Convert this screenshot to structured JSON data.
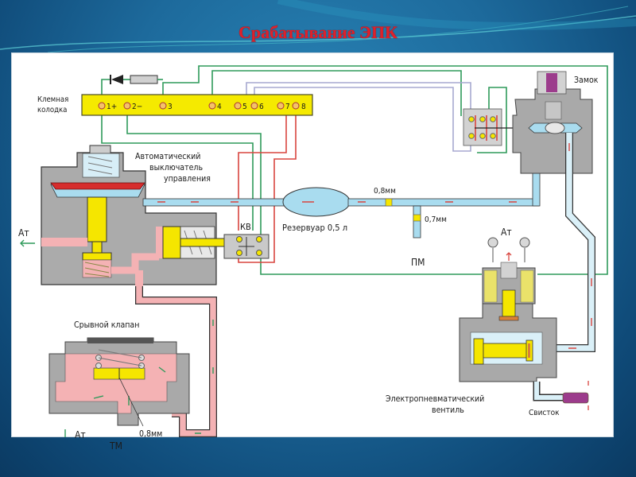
{
  "slide": {
    "title": "Срабатывание ЭПК"
  },
  "diagram": {
    "terminal_block": {
      "label_line1": "Клемная",
      "label_line2": "колодка",
      "terminals": [
        "1+",
        "2−",
        "3",
        "4",
        "5",
        "6",
        "7",
        "8"
      ]
    },
    "auto_switch": {
      "label_line1": "Автоматический",
      "label_line2": "выключатель",
      "label_line3": "управления"
    },
    "kv_label": "КВ",
    "reservoir_label": "Резервуар 0,5 л",
    "orifice_1": "0,8мм",
    "orifice_2": "0,7мм",
    "pm_label": "ПМ",
    "lock_label": "Замок",
    "atm_left": "Ат",
    "atm_valve": "Ат",
    "break_valve": {
      "label": "Срывной клапан",
      "atm": "Ат",
      "tm": "ТМ",
      "orifice": "0,8мм"
    },
    "ep_valve": {
      "label_line1": "Электропневматический",
      "label_line2": "вентиль"
    },
    "whistle_label": "Свисток",
    "colors": {
      "title": "#e0202a",
      "wire_green": "#2e9a5a",
      "wire_red": "#d9453f",
      "wire_lilac": "#a7a9d0",
      "air_blue": "#a9dcef",
      "air_pink": "#f4b2b4",
      "body_grey": "#a9a9a9",
      "brass_yellow": "#f5e600",
      "lock_purple": "#9c3c8c"
    }
  }
}
